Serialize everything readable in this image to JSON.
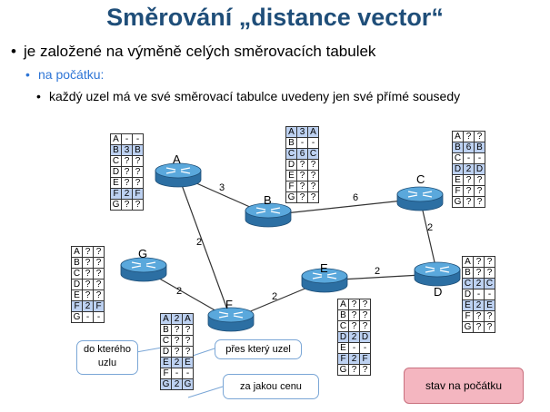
{
  "title": "Směrování „distance vector“",
  "bullets": [
    "je založené na výměně celých směrovacích tabulek",
    "na počátku:",
    "každý uzel má ve své směrovací tabulce uvedeny jen své přímé sousedy"
  ],
  "routers": [
    {
      "id": "A",
      "label": "A"
    },
    {
      "id": "B",
      "label": "B"
    },
    {
      "id": "C",
      "label": "C"
    },
    {
      "id": "D",
      "label": "D"
    },
    {
      "id": "E",
      "label": "E"
    },
    {
      "id": "F",
      "label": "F"
    },
    {
      "id": "G",
      "label": "G"
    }
  ],
  "links": [
    {
      "from": "A",
      "to": "B",
      "cost": "3"
    },
    {
      "from": "B",
      "to": "C",
      "cost": "6"
    },
    {
      "from": "C",
      "to": "D",
      "cost": "2"
    },
    {
      "from": "D",
      "to": "E",
      "cost": "2"
    },
    {
      "from": "E",
      "to": "F",
      "cost": "2"
    },
    {
      "from": "A",
      "to": "F",
      "cost": "2"
    },
    {
      "from": "G",
      "to": "F",
      "cost": "2"
    }
  ],
  "tables": {
    "A": [
      [
        "A",
        "-",
        "-"
      ],
      [
        "B",
        "3",
        "B"
      ],
      [
        "C",
        "?",
        "?"
      ],
      [
        "D",
        "?",
        "?"
      ],
      [
        "E",
        "?",
        "?"
      ],
      [
        "F",
        "2",
        "F"
      ],
      [
        "G",
        "?",
        "?"
      ]
    ],
    "B": [
      [
        "A",
        "3",
        "A"
      ],
      [
        "B",
        "-",
        "-"
      ],
      [
        "C",
        "6",
        "C"
      ],
      [
        "D",
        "?",
        "?"
      ],
      [
        "E",
        "?",
        "?"
      ],
      [
        "F",
        "?",
        "?"
      ],
      [
        "G",
        "?",
        "?"
      ]
    ],
    "C": [
      [
        "A",
        "?",
        "?"
      ],
      [
        "B",
        "6",
        "B"
      ],
      [
        "C",
        "-",
        "-"
      ],
      [
        "D",
        "2",
        "D"
      ],
      [
        "E",
        "?",
        "?"
      ],
      [
        "F",
        "?",
        "?"
      ],
      [
        "G",
        "?",
        "?"
      ]
    ],
    "D": [
      [
        "A",
        "?",
        "?"
      ],
      [
        "B",
        "?",
        "?"
      ],
      [
        "C",
        "2",
        "C"
      ],
      [
        "D",
        "-",
        "-"
      ],
      [
        "E",
        "2",
        "E"
      ],
      [
        "F",
        "?",
        "?"
      ],
      [
        "G",
        "?",
        "?"
      ]
    ],
    "E": [
      [
        "A",
        "?",
        "?"
      ],
      [
        "B",
        "?",
        "?"
      ],
      [
        "C",
        "?",
        "?"
      ],
      [
        "D",
        "2",
        "D"
      ],
      [
        "E",
        "-",
        "-"
      ],
      [
        "F",
        "2",
        "F"
      ],
      [
        "G",
        "?",
        "?"
      ]
    ],
    "F": [
      [
        "A",
        "2",
        "A"
      ],
      [
        "B",
        "?",
        "?"
      ],
      [
        "C",
        "?",
        "?"
      ],
      [
        "D",
        "?",
        "?"
      ],
      [
        "E",
        "2",
        "E"
      ],
      [
        "F",
        "-",
        "-"
      ],
      [
        "G",
        "2",
        "G"
      ]
    ],
    "G": [
      [
        "A",
        "?",
        "?"
      ],
      [
        "B",
        "?",
        "?"
      ],
      [
        "C",
        "?",
        "?"
      ],
      [
        "D",
        "?",
        "?"
      ],
      [
        "E",
        "?",
        "?"
      ],
      [
        "F",
        "2",
        "F"
      ],
      [
        "G",
        "-",
        "-"
      ]
    ]
  },
  "callouts": {
    "destination": "do kterého uzlu",
    "next_hop": "přes který uzel",
    "cost": "za jakou cenu"
  },
  "state_label": "stav na počátku",
  "colors": {
    "title": "#1F4E79",
    "known_row": "#BDD1F1",
    "router": "#3A8FC8",
    "state_box": "#F4B6C0"
  }
}
